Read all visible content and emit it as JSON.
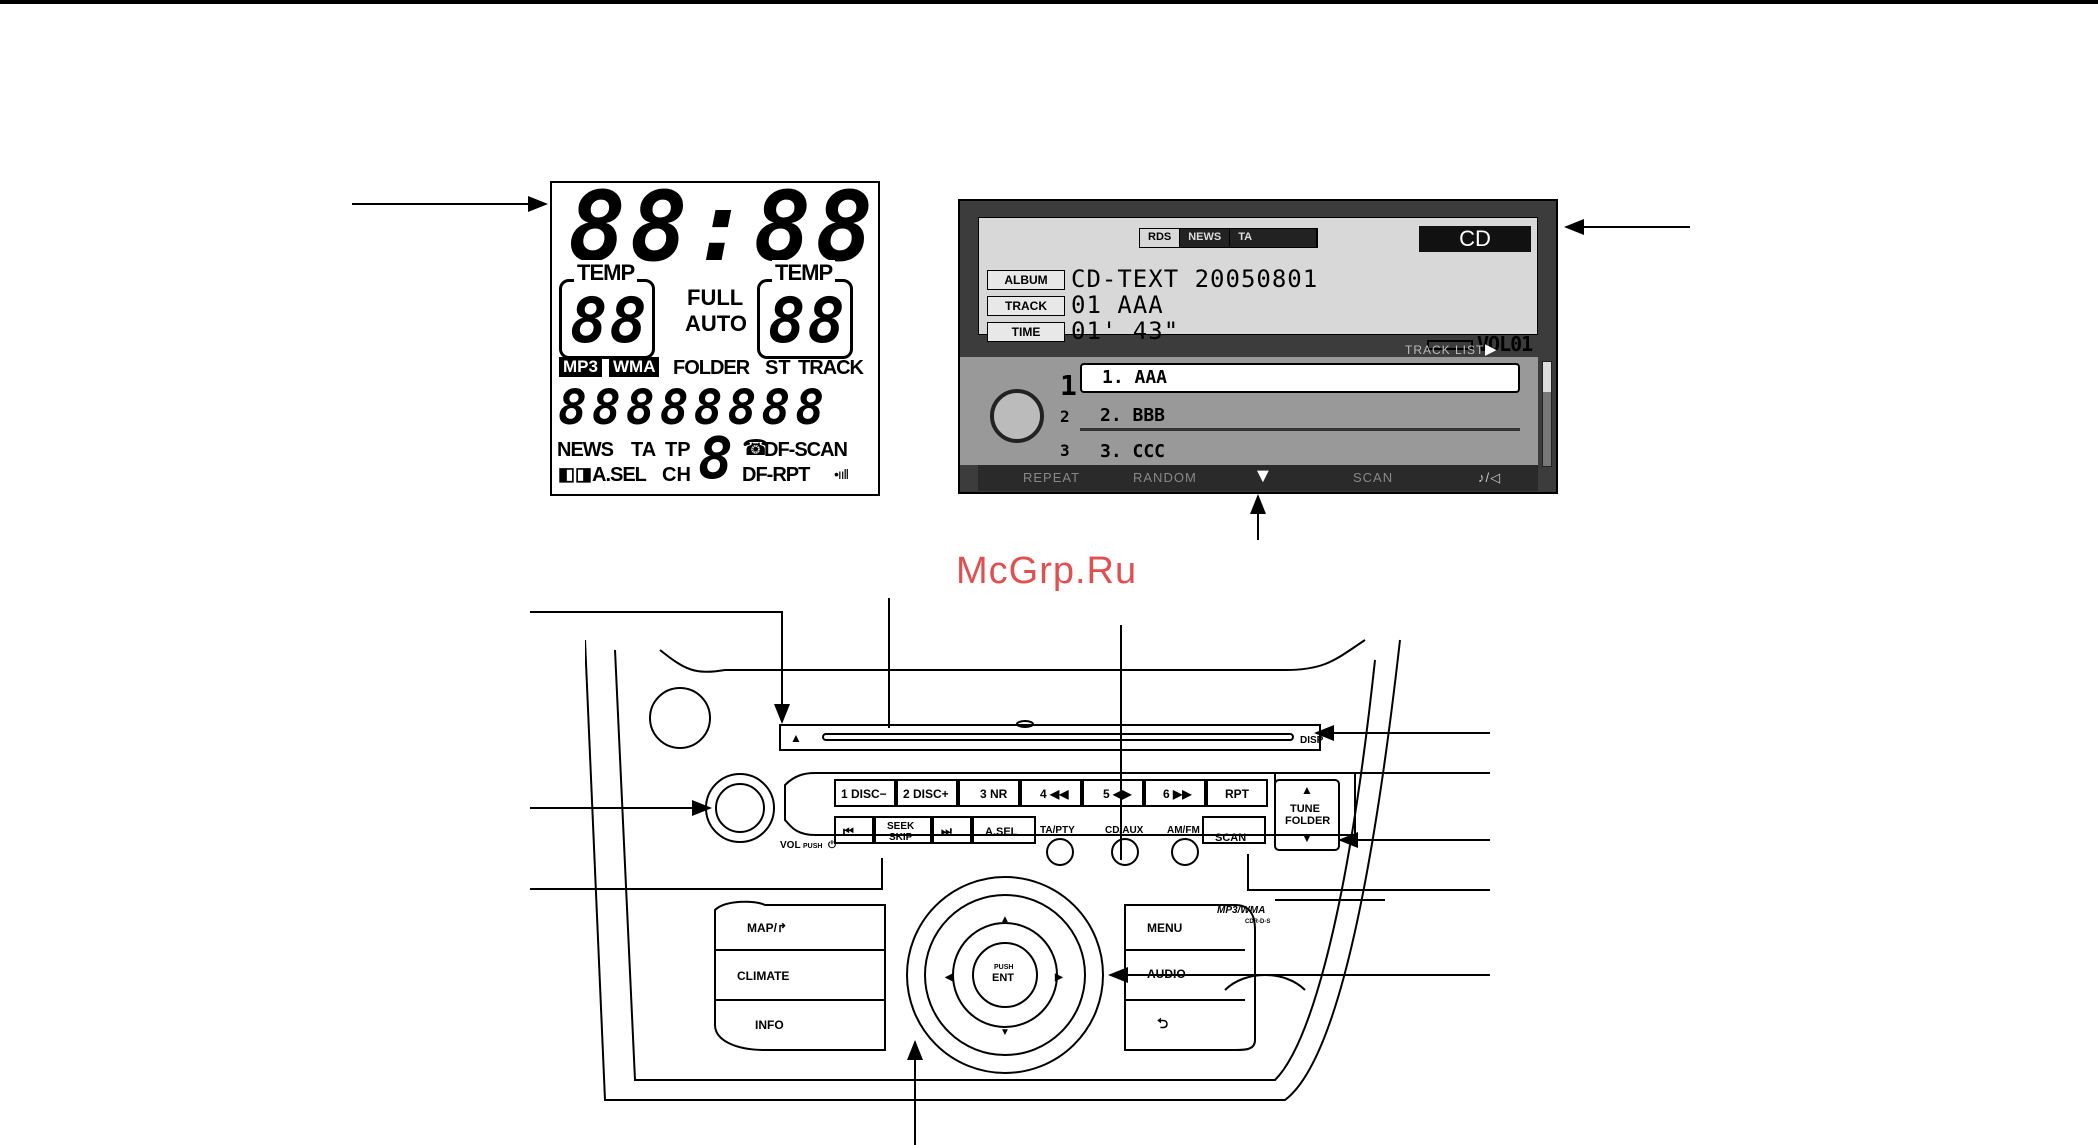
{
  "watermark": "McGrp.Ru",
  "lcd_panel": {
    "clock": "88:88",
    "temp_label_left": "TEMP",
    "temp_digits_left": "88",
    "full": "FULL",
    "auto": "AUTO",
    "temp_label_right": "TEMP",
    "temp_digits_right": "88",
    "tag_mp3": "MP3",
    "tag_wma": "WMA",
    "folder": "FOLDER",
    "st": "ST",
    "track": "TRACK",
    "dot_matrix": "88888888",
    "news": "NEWS",
    "ta": "TA",
    "tp": "TP",
    "ch_digit": "8",
    "df_scan": "DF-SCAN",
    "dolby": "◧◨",
    "a_sel": "A.SEL",
    "ch": "CH",
    "df_rpt": "DF-RPT",
    "signal": "•ııll"
  },
  "nav_screen": {
    "indicators": [
      "RDS",
      "NEWS",
      "TA"
    ],
    "source": "CD",
    "album_tag": "ALBUM",
    "album_value": "CD-TEXT 20050801",
    "track_tag": "TRACK",
    "track_value": "01  AAA",
    "time_tag": "TIME",
    "time_value": "01' 43\"",
    "volume": "VOL01",
    "track_list_header": "TRACK LIST",
    "disc_numbers": [
      "1",
      "2",
      "3"
    ],
    "tracks": [
      "1. AAA",
      "2. BBB",
      "3. CCC"
    ],
    "menu": [
      "REPEAT",
      "RANDOM",
      "SCAN",
      "♪/◁"
    ],
    "menu_down": "▼"
  },
  "head_unit": {
    "eject": "▲",
    "disp": "DISP",
    "preset_buttons": [
      "1  DISC−",
      "2  DISC+",
      "3  NR",
      "4  ◀◀",
      "5  ◀▶",
      "6  ▶▶"
    ],
    "rpt": "RPT",
    "tune_folder_up": "▲",
    "tune": "TUNE",
    "folder": "FOLDER",
    "tune_folder_down": "▼",
    "vol": "VOL",
    "push": "PUSH",
    "power_icon": "⏻",
    "prev": "⏮",
    "seek": "SEEK",
    "skip": "SKIP",
    "next": "⏭",
    "a_sel": "A.SEL",
    "ta_pty": "TA/PTY",
    "cd_aux": "CD/AUX",
    "am_fm": "AM/FM",
    "scan": "SCAN",
    "map": "MAP/↱",
    "climate": "CLIMATE",
    "info": "INFO",
    "menu": "MENU",
    "audio": "AUDIO",
    "back": "⮌",
    "push_label": "PUSH",
    "ent": "ENT",
    "mp3_wma_badge": "MP3/WMA",
    "cdr_label": "CDR-D-S"
  }
}
